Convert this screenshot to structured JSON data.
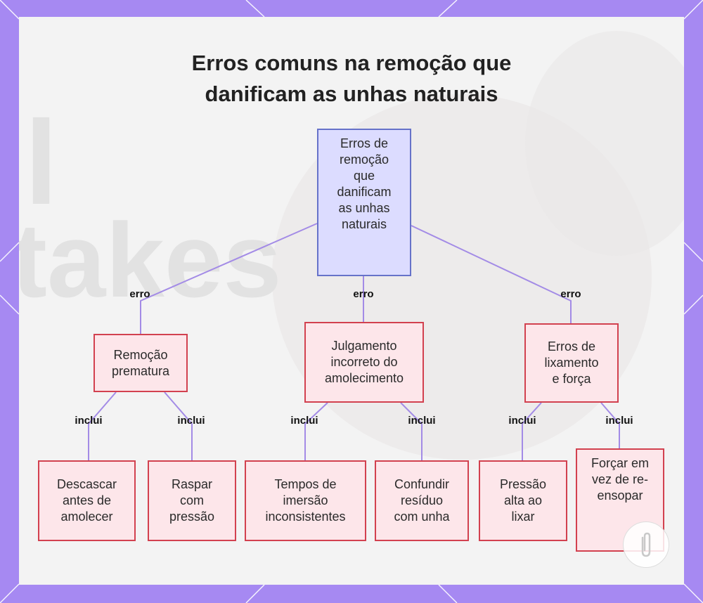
{
  "title": {
    "line1": "Erros comuns na remoção que",
    "line2": "danificam as unhas naturais"
  },
  "nodes": {
    "root": "Erros de\nremoção\nque\ndanificam\nas unhas\nnaturais",
    "cat1": "Remoção\nprematura",
    "cat2": "Julgamento\nincorreto do\namolecimento",
    "cat3": "Erros de\nlixamento\ne força",
    "leaf1": "Descascar\nantes de\namolecer",
    "leaf2": "Raspar\ncom\npressão",
    "leaf3": "Tempos de\nimersão\ninconsistentes",
    "leaf4": "Confundir\nresíduo\ncom unha",
    "leaf5": "Pressão\nalta ao\nlixar",
    "leaf6": "Forçar em\nvez de re-\nensopar"
  },
  "edge_labels": {
    "root_cat1": "erro",
    "root_cat2": "erro",
    "root_cat3": "erro",
    "cat1_leaf1": "inclui",
    "cat1_leaf2": "inclui",
    "cat2_leaf3": "inclui",
    "cat2_leaf4": "inclui",
    "cat3_leaf5": "inclui",
    "cat3_leaf6": "inclui"
  },
  "colors": {
    "frame": "#a689f2",
    "edge": "#a38be6",
    "root_fill": "#dcdcff",
    "root_border": "#6672c9",
    "node_fill": "#fde6ea",
    "node_border": "#d2414f"
  }
}
